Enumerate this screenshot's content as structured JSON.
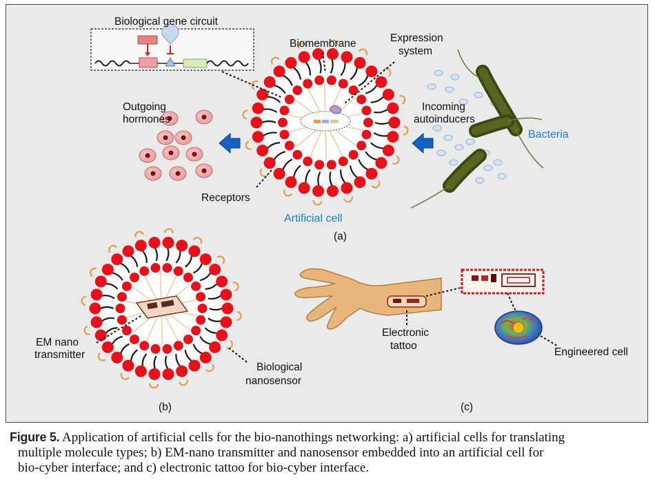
{
  "panel_a": {
    "gene_circuit_label": "Biological gene circuit",
    "biomembrane_label": "Biomembrane",
    "expression_label_1": "Expression",
    "expression_label_2": "system",
    "outgoing_label_1": "Outgoing",
    "outgoing_label_2": "hormones",
    "incoming_label_1": "Incoming",
    "incoming_label_2": "autoinducers",
    "bacteria_label": "Bacteria",
    "receptors_label": "Receptors",
    "artificial_cell_label": "Artificial cell",
    "panel_letter": "(a)"
  },
  "panel_b": {
    "em_label_1": "EM nano",
    "em_label_2": "transmitter",
    "sensor_label_1": "Biological",
    "sensor_label_2": "nanosensor",
    "panel_letter": "(b)"
  },
  "panel_c": {
    "tattoo_label_1": "Electronic",
    "tattoo_label_2": "tattoo",
    "engineered_label": "Engineered cell",
    "panel_letter": "(c)"
  },
  "caption": {
    "lead": "Figure 5.",
    "line1": "Application of artificial cells for the bio-nanothings networking: a) artificial cells for translating",
    "line2": "multiple molecule types; b) EM-nano transmitter and nanosensor embedded into an artificial cell for",
    "line3": "bio-cyber interface; and c) electronic tattoo for bio-cyber interface."
  },
  "colors": {
    "panel_bg": "#eaeaea",
    "lipid_head": "#e3121b",
    "lipid_tail": "#1a1a1a",
    "receptor": "#e0a050",
    "label_blue": "#1b7fc9",
    "arrow_blue": "#1560c0",
    "bacteria": "#4a5a1a"
  }
}
